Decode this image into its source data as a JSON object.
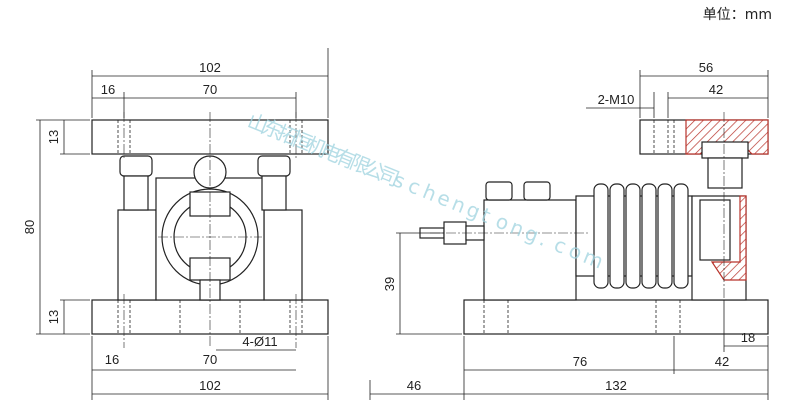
{
  "unit_label": "单位：mm",
  "front_view": {
    "dim_top_overall": "102",
    "dim_top_left": "16",
    "dim_top_holes": "70",
    "dim_left_top": "13",
    "dim_left_total": "80",
    "dim_left_bottom": "13",
    "dim_holes": "4-Ø11",
    "dim_bottom_left": "16",
    "dim_bottom_holes": "70",
    "dim_bottom_overall": "102"
  },
  "side_view": {
    "dim_top_overall": "56",
    "dim_top_right": "42",
    "dim_thread": "2-M10",
    "dim_height": "39",
    "dim_right_small": "18",
    "dim_bottom_mid": "76",
    "dim_bottom_right": "42",
    "dim_bottom_left": "46",
    "dim_bottom_overall": "132"
  },
  "watermark": [
    "山",
    "东",
    "拓",
    "恒",
    "机",
    "电",
    "有",
    "限",
    "公",
    "司",
    "s",
    "c",
    "h",
    "e",
    "n",
    "g",
    "t",
    "o",
    "n",
    "g",
    ".",
    "c",
    "o",
    "m"
  ]
}
